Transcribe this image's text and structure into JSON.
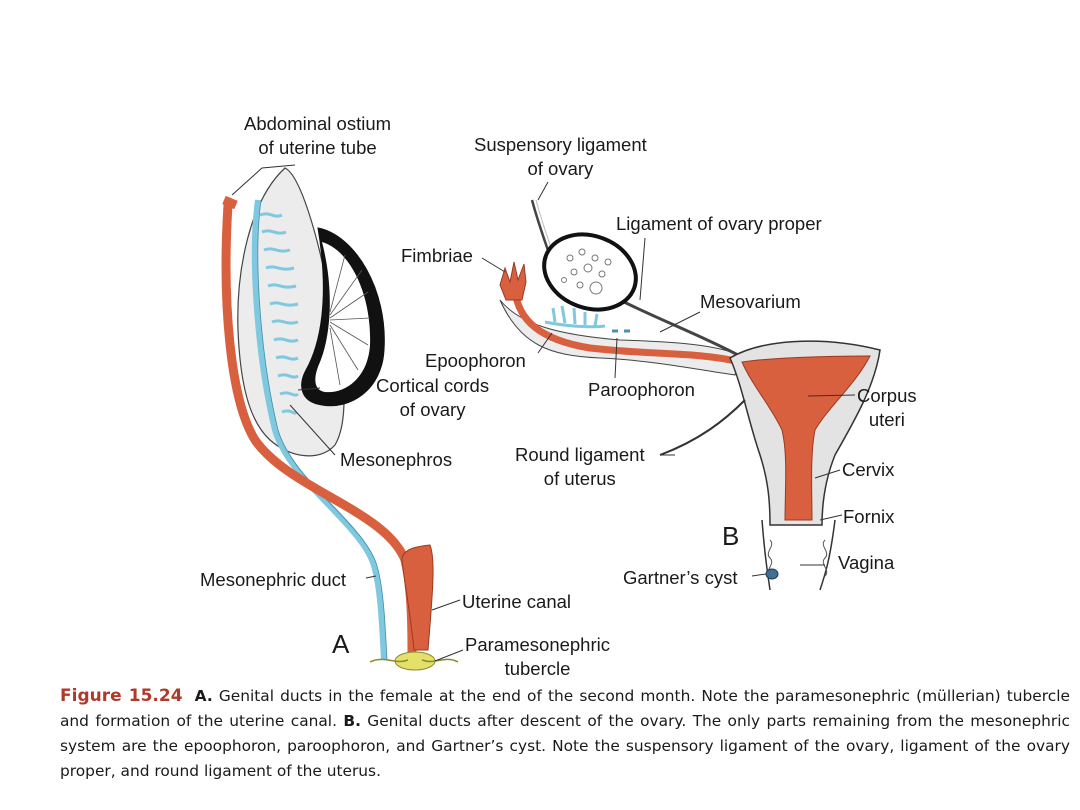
{
  "labels": {
    "abdominal_ostium_1": "Abdominal ostium",
    "abdominal_ostium_2": "of uterine tube",
    "suspensory_1": "Suspensory ligament",
    "suspensory_2": "of ovary",
    "ligament_ovary_proper": "Ligament of ovary proper",
    "fimbriae": "Fimbriae",
    "mesovarium": "Mesovarium",
    "epoophoron": "Epoophoron",
    "cortical_cords_1": "Cortical cords",
    "cortical_cords_2": "of ovary",
    "paroophoron": "Paroophoron",
    "corpus_1": "Corpus",
    "corpus_2": "uteri",
    "mesonephros": "Mesonephros",
    "round_ligament_1": "Round ligament",
    "round_ligament_2": "of uterus",
    "cervix": "Cervix",
    "fornix": "Fornix",
    "panel_a": "A",
    "panel_b": "B",
    "vagina": "Vagina",
    "gartners_cyst": "Gartner’s cyst",
    "mesonephric_duct": "Mesonephric duct",
    "uterine_canal": "Uterine canal",
    "paramesonephric_1": "Paramesonephric",
    "paramesonephric_2": "tubercle"
  },
  "caption": {
    "figure_id": "Figure 15.24",
    "a_marker": "A.",
    "a_text": " Genital ducts in the female at the end of the second month. Note the paramesonephric (müllerian) tubercle and formation of the uterine canal. ",
    "b_marker": "B.",
    "b_text": " Genital ducts after descent of the ovary. The only parts remaining from the mesonephric system are the epoophoron, paroophoron, and Gartner’s cyst. Note the suspensory ligament of the ovary, ligament of the ovary proper, and round ligament of the uterus."
  },
  "colors": {
    "paramesonephric": "#d9603f",
    "mesonephric": "#7fc8e0",
    "tissue": "#e9e9e9",
    "ovary_cords": "#111111",
    "tubercle": "#e5e06a",
    "caption_accent": "#b03a2a"
  }
}
